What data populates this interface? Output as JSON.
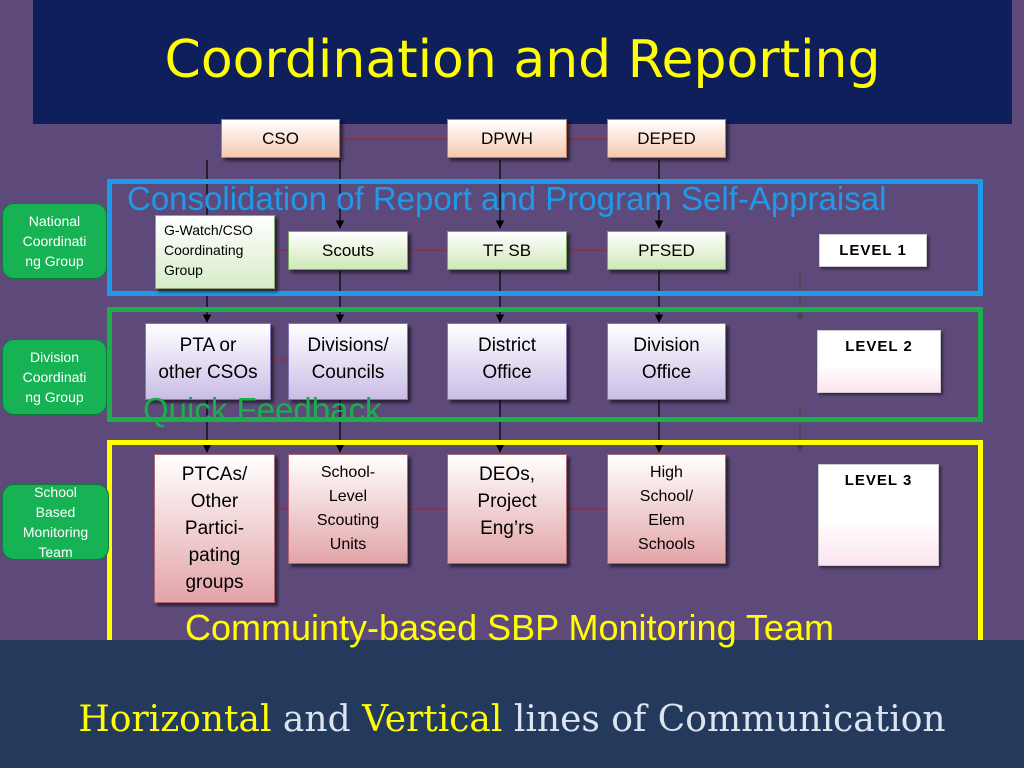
{
  "title": "Coordination and Reporting",
  "agencies": [
    "CSO",
    "DPWH",
    "DEPED"
  ],
  "frames": {
    "consolidation": "Consolidation of Report and Program Self-Appraisal",
    "feedback": "Quick Feedback",
    "community": "Commuinty-based SBP Monitoring Team"
  },
  "level1": {
    "gwatch": [
      "G-Watch/CSO",
      "Coordinating",
      "Group"
    ],
    "scouts": "Scouts",
    "tfsb": "TF SB",
    "pfsed": "PFSED",
    "label": "LEVEL 1"
  },
  "level2": {
    "pta": [
      "PTA or",
      "other CSOs"
    ],
    "divisions": [
      "Divisions/",
      "Councils"
    ],
    "district": [
      "District",
      "Office"
    ],
    "division_office": [
      "Division",
      "Office"
    ],
    "label": "LEVEL 2"
  },
  "level3": {
    "ptcas": [
      "PTCAs/",
      "Other",
      "Partici-",
      "pating",
      "groups"
    ],
    "school_level": [
      "School-",
      "Level",
      "Scouting",
      "Units"
    ],
    "deos": [
      "DEOs,",
      "Project",
      "Eng’rs"
    ],
    "high_school": [
      "High",
      "School/",
      "Elem",
      "Schools"
    ],
    "label": "LEVEL 3"
  },
  "side_labels": {
    "national": [
      "National",
      "Coordinati",
      "ng Group"
    ],
    "division": [
      "Division",
      "Coordinati",
      "ng Group"
    ],
    "school": [
      "School",
      "Based",
      "Monitoring",
      "Team"
    ]
  },
  "footer": {
    "w1": "Horizontal",
    "w2": "and",
    "w3": "Vertical",
    "w4": "lines of Communication"
  },
  "colors": {
    "background": "#5e4a7a",
    "title_bar": "#0e1f5b",
    "title_text": "#ffff00",
    "footer_bar": "#243a5c",
    "blue_frame": "#1e9ae8",
    "green_frame": "#19b04a",
    "yellow_frame": "#ffff00",
    "side_label": "#17b254",
    "horizontal_line": "#b02020"
  }
}
